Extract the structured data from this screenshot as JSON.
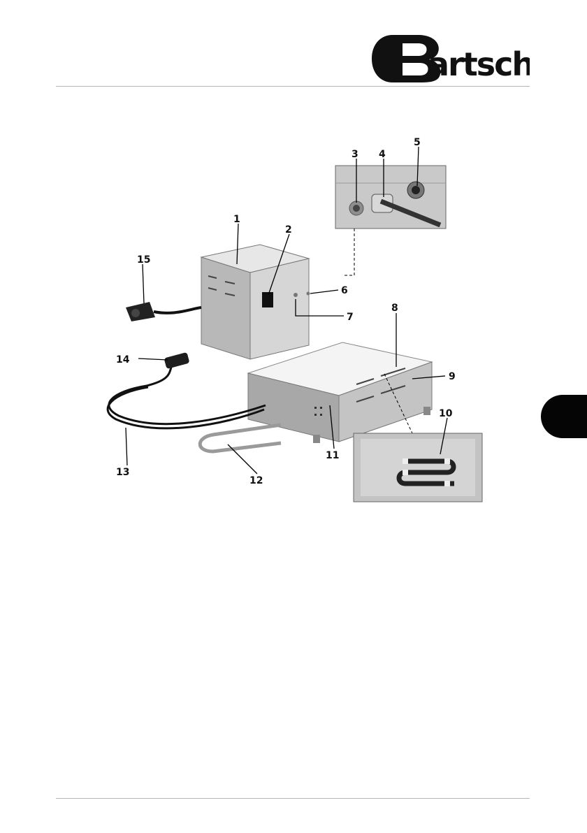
{
  "brand": {
    "logo_text": "Bartscher"
  },
  "callouts": [
    "1",
    "2",
    "3",
    "4",
    "5",
    "6",
    "7",
    "8",
    "9",
    "10",
    "11",
    "12",
    "13",
    "14",
    "15"
  ]
}
